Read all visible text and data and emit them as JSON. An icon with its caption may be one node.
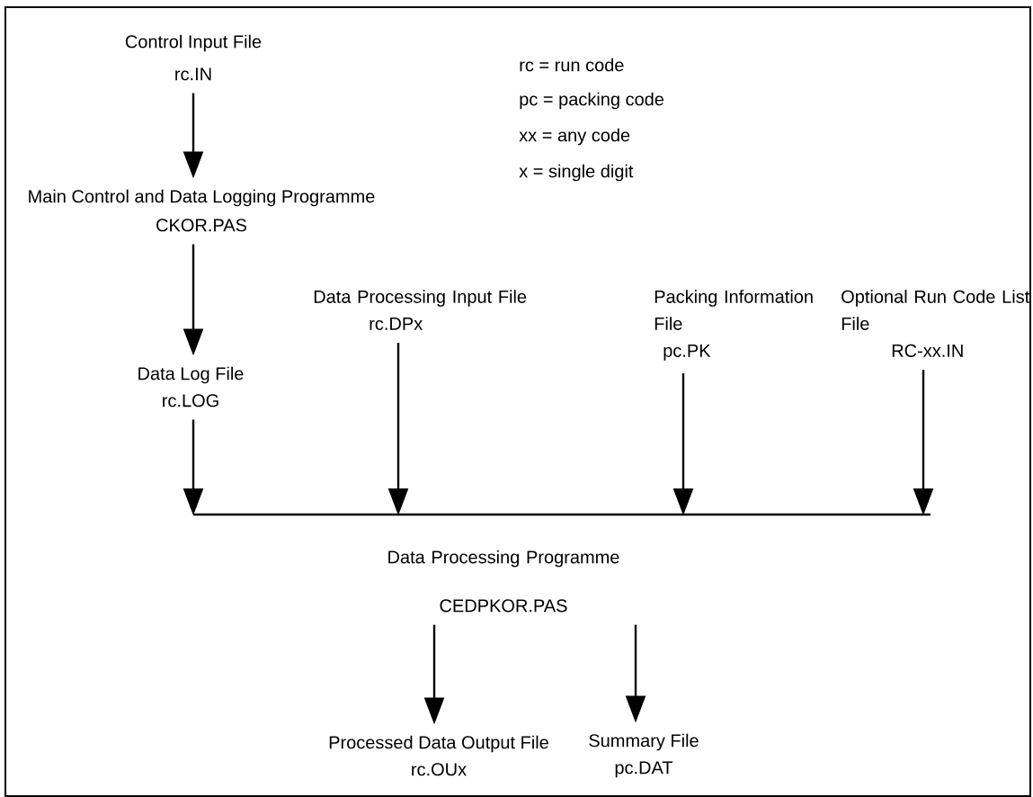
{
  "diagram": {
    "nodes": [
      {
        "text": [
          "Control Input File",
          "rc.IN"
        ]
      },
      {
        "text": [
          "Main Control and Data Logging Programme",
          "CKOR.PAS"
        ]
      },
      {
        "text": [
          "Data Log File",
          "rc.LOG"
        ]
      },
      {
        "text": [
          "Data Processing Input File",
          "rc.DPx"
        ]
      },
      {
        "text": [
          "Packing Information File",
          "pc.PK"
        ]
      },
      {
        "text": [
          "Optional Run Code List File",
          "RC-xx.IN"
        ]
      },
      {
        "text": [
          "Data Processing Programme",
          "CEDPKOR.PAS"
        ]
      },
      {
        "text": [
          "Processed Data Output File",
          "rc.OUx"
        ]
      },
      {
        "text": [
          "Summary File",
          "pc.DAT"
        ]
      }
    ],
    "edges": [
      {
        "from": 0,
        "to": 1,
        "arrow": "to"
      },
      {
        "from": 1,
        "to": 2,
        "arrow": "to"
      },
      {
        "from": 2,
        "to": 6,
        "arrow": "to"
      },
      {
        "from": 3,
        "to": 6,
        "arrow": "to"
      },
      {
        "from": 4,
        "to": 6,
        "arrow": "to"
      },
      {
        "from": 5,
        "to": 6,
        "arrow": "to"
      },
      {
        "from": 6,
        "to": 7,
        "arrow": "to"
      },
      {
        "from": 6,
        "to": 8,
        "arrow": "to"
      }
    ],
    "labels": [
      "rc = run code",
      "pc = packing code",
      "xx = any code",
      "x = single digit"
    ]
  }
}
